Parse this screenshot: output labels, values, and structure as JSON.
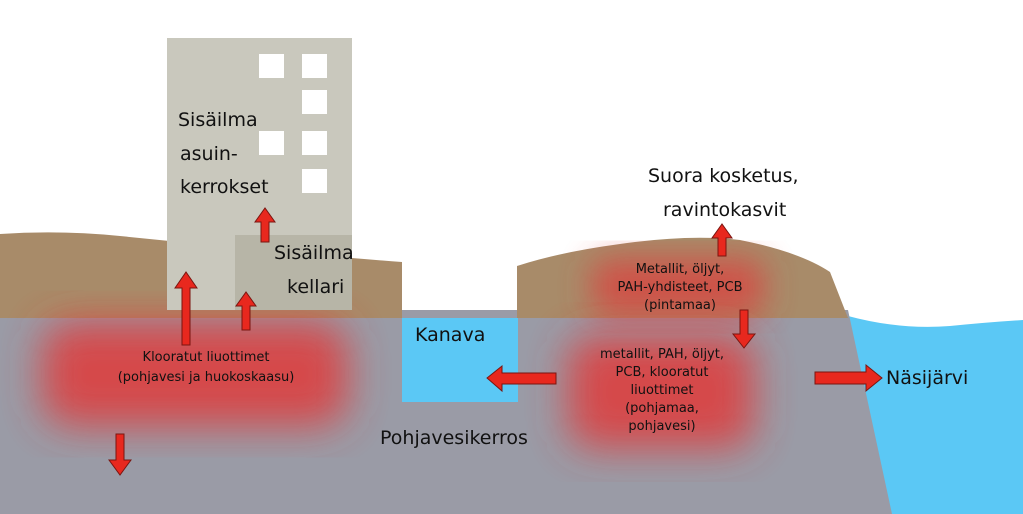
{
  "labels": {
    "indoor_upper_1": "Sisäilma",
    "indoor_upper_2": "asuin-",
    "indoor_upper_3": "kerrokset",
    "indoor_cellar_1": "Sisäilma",
    "indoor_cellar_2": "kellari",
    "direct_contact_1": "Suora kosketus,",
    "direct_contact_2": "ravintokasvit",
    "canal": "Kanava",
    "lake": "Näsijärvi",
    "aquifer": "Pohjavesikerros"
  },
  "zones": {
    "left_1": "Klooratut liuottimet",
    "left_2": "(pohjavesi ja huokoskaasu)",
    "surface_1": "Metallit, öljyt,",
    "surface_2": "PAH-yhdisteet, PCB",
    "surface_3": "(pintamaa)",
    "deep_1": "metallit, PAH, öljyt,",
    "deep_2": "PCB, klooratut",
    "deep_3": "liuottimet",
    "deep_4": "(pohjamaa,",
    "deep_5": "pohjavesi)"
  },
  "colors": {
    "soil": "#a88b69",
    "groundwater": "#9a9ba6",
    "water": "#5bc8f5",
    "building": "#c9c8bd",
    "contamination": "#e03a3a",
    "arrow": "#e8281e"
  }
}
